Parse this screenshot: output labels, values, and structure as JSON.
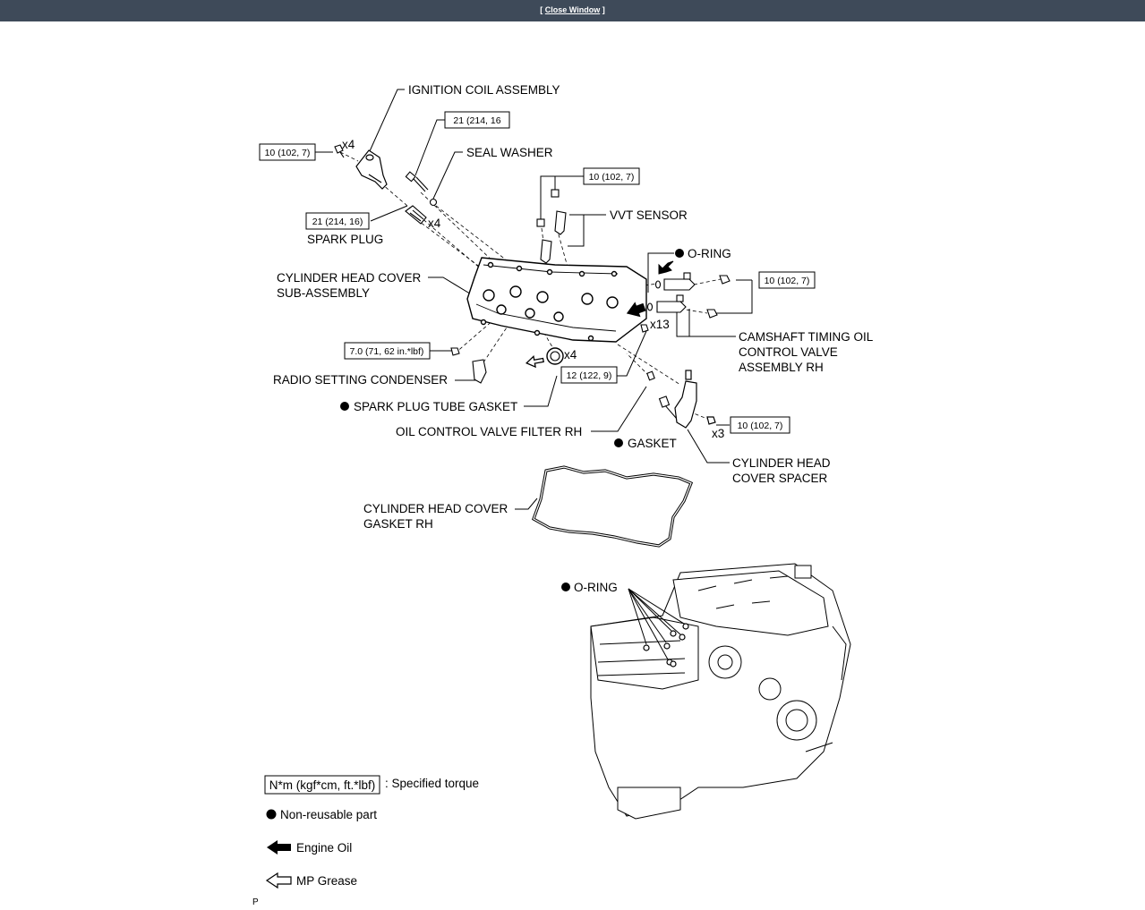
{
  "window": {
    "close_prefix": "[ ",
    "close_label": "Close Window",
    "close_suffix": " ]"
  },
  "labels": {
    "ignition_coil": "IGNITION COIL ASSEMBLY",
    "seal_washer": "SEAL WASHER",
    "vvt_sensor": "VVT SENSOR",
    "o_ring_top": "O-RING",
    "spark_plug": "SPARK PLUG",
    "cyl_head_cover_1": "CYLINDER HEAD COVER",
    "cyl_head_cover_2": "SUB-ASSEMBLY",
    "camshaft_1": "CAMSHAFT TIMING OIL",
    "camshaft_2": "CONTROL VALVE",
    "camshaft_3": "ASSEMBLY RH",
    "radio_condenser": "RADIO SETTING CONDENSER",
    "spark_plug_tube_gasket": "SPARK PLUG TUBE GASKET",
    "ocv_filter": "OIL CONTROL VALVE FILTER RH",
    "gasket": "GASKET",
    "spacer_1": "CYLINDER HEAD",
    "spacer_2": "COVER SPACER",
    "cover_gasket_1": "CYLINDER HEAD COVER",
    "cover_gasket_2": "GASKET RH",
    "o_ring_bottom": "O-RING"
  },
  "torques": {
    "ignition": "10 (102, 7)",
    "stud": "21 (214, 16",
    "spark_plug": "21 (214, 16)",
    "vvt": "10 (102, 7)",
    "ocv": "10 (102, 7)",
    "condenser": "7.0 (71, 62 in.*lbf)",
    "cover_bolt": "12 (122, 9)",
    "spacer": "10 (102, 7)"
  },
  "quantities": {
    "ignition": "x4",
    "spark_plug": "x4",
    "tube_gasket": "x4",
    "cover_bolts": "x13",
    "spacer": "x3"
  },
  "legend": {
    "torque_box": "N*m (kgf*cm, ft.*lbf)",
    "torque_text": ": Specified torque",
    "non_reusable": "Non-reusable part",
    "engine_oil": "Engine Oil",
    "mp_grease": "MP Grease"
  },
  "footer": "P"
}
